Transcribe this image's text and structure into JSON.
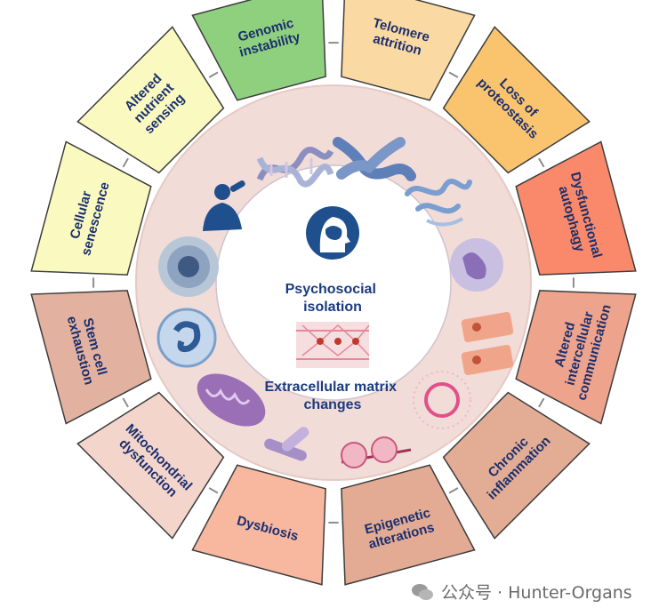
{
  "segments": [
    {
      "id": "telomere",
      "lines": [
        "Telomere",
        "attrition"
      ],
      "color": "#fbd9a2"
    },
    {
      "id": "proteostasis",
      "lines": [
        "Loss of",
        "proteostasis"
      ],
      "color": "#fac46f"
    },
    {
      "id": "autophagy",
      "lines": [
        "Dysfunctional",
        "autophagy"
      ],
      "color": "#f9896a"
    },
    {
      "id": "intercellular",
      "lines": [
        "Altered",
        "intercellular",
        "communication"
      ],
      "color": "#eda38c"
    },
    {
      "id": "inflammation",
      "lines": [
        "Chronic",
        "inflammation"
      ],
      "color": "#e2ad94"
    },
    {
      "id": "epigenetic",
      "lines": [
        "Epigenetic",
        "alterations"
      ],
      "color": "#e3ab93"
    },
    {
      "id": "dysbiosis",
      "lines": [
        "Dysbiosis"
      ],
      "color": "#f8b8a0"
    },
    {
      "id": "mitochondrial",
      "lines": [
        "Mitochondrial",
        "dysfunction"
      ],
      "color": "#f4d5cb"
    },
    {
      "id": "stem-cell",
      "lines": [
        "Stem cell",
        "exhaustion"
      ],
      "color": "#e3b19f"
    },
    {
      "id": "senescence",
      "lines": [
        "Cellular",
        "senescence"
      ],
      "color": "#fafac0"
    },
    {
      "id": "nutrient",
      "lines": [
        "Altered",
        "nutrient",
        "sensing"
      ],
      "color": "#fafac0"
    },
    {
      "id": "genomic",
      "lines": [
        "Genomic",
        "instability"
      ],
      "color": "#8fd07e"
    }
  ],
  "center": {
    "psychosocial": [
      "Psychosocial",
      "isolation"
    ],
    "ecm": [
      "Extracellular matrix",
      "changes"
    ]
  },
  "colors": {
    "ring": "#f1dcd8",
    "inner": "#ffffff",
    "text": "#1b2f6e",
    "icon_blue": "#1f4f8c",
    "divider": "#7a7a7a"
  },
  "watermark": {
    "text": "公众号 · Hunter-Organs"
  }
}
